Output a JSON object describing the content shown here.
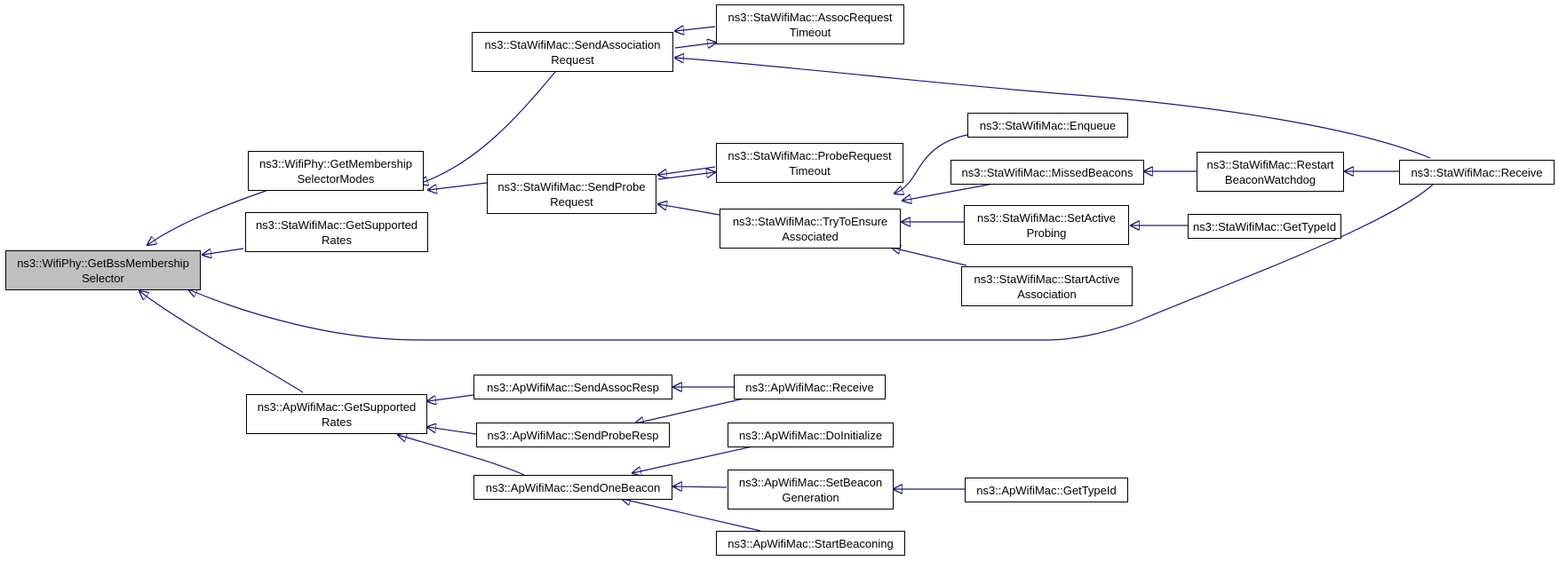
{
  "colors": {
    "edge": "#191970",
    "border": "#000000",
    "focus_fill": "#bfbfbf",
    "node_fill": "#ffffff"
  },
  "nodes": {
    "getbss": "ns3::WifiPhy::GetBssMembership\nSelector",
    "phy_getmembership": "ns3::WifiPhy::GetMembership\nSelectorModes",
    "sta_getsupported": "ns3::StaWifiMac::GetSupported\nRates",
    "ap_getsupported": "ns3::ApWifiMac::GetSupported\nRates",
    "sta_sendassoc": "ns3::StaWifiMac::SendAssociation\nRequest",
    "sta_sendprobe": "ns3::StaWifiMac::SendProbe\nRequest",
    "sta_assoctimeout": "ns3::StaWifiMac::AssocRequest\nTimeout",
    "sta_probetimeout": "ns3::StaWifiMac::ProbeRequest\nTimeout",
    "sta_trytoensure": "ns3::StaWifiMac::TryToEnsure\nAssociated",
    "sta_enqueue": "ns3::StaWifiMac::Enqueue",
    "sta_missed": "ns3::StaWifiMac::MissedBeacons",
    "sta_setactive": "ns3::StaWifiMac::SetActive\nProbing",
    "sta_startactive": "ns3::StaWifiMac::StartActive\nAssociation",
    "sta_restart": "ns3::StaWifiMac::Restart\nBeaconWatchdog",
    "sta_gettypeid": "ns3::StaWifiMac::GetTypeId",
    "sta_receive": "ns3::StaWifiMac::Receive",
    "ap_sendassocresp": "ns3::ApWifiMac::SendAssocResp",
    "ap_sendproberesp": "ns3::ApWifiMac::SendProbeResp",
    "ap_sendonebeacon": "ns3::ApWifiMac::SendOneBeacon",
    "ap_receive": "ns3::ApWifiMac::Receive",
    "ap_doinit": "ns3::ApWifiMac::DoInitialize",
    "ap_setbeacon": "ns3::ApWifiMac::SetBeacon\nGeneration",
    "ap_startbeaconing": "ns3::ApWifiMac::StartBeaconing",
    "ap_gettypeid": "ns3::ApWifiMac::GetTypeId"
  }
}
